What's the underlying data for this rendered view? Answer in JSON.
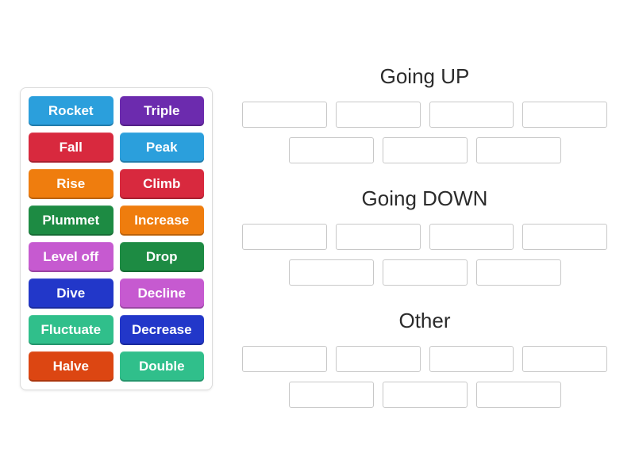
{
  "groups": [
    {
      "title": "Going UP",
      "slot_rows": [
        4,
        3
      ]
    },
    {
      "title": "Going DOWN",
      "slot_rows": [
        4,
        3
      ]
    },
    {
      "title": "Other",
      "slot_rows": [
        4,
        3
      ]
    }
  ],
  "word_bank": {
    "items": [
      {
        "label": "Rocket",
        "color": "#2B9FDC"
      },
      {
        "label": "Triple",
        "color": "#6C2BAE"
      },
      {
        "label": "Fall",
        "color": "#D8293E"
      },
      {
        "label": "Peak",
        "color": "#2B9FDC"
      },
      {
        "label": "Rise",
        "color": "#EF7D0E"
      },
      {
        "label": "Climb",
        "color": "#D8293E"
      },
      {
        "label": "Plummet",
        "color": "#1D8B43"
      },
      {
        "label": "Increase",
        "color": "#EF7D0E"
      },
      {
        "label": "Level off",
        "color": "#C65AD0"
      },
      {
        "label": "Drop",
        "color": "#1D8B43"
      },
      {
        "label": "Dive",
        "color": "#2237C9"
      },
      {
        "label": "Decline",
        "color": "#C65AD0"
      },
      {
        "label": "Fluctuate",
        "color": "#30BF8B"
      },
      {
        "label": "Decrease",
        "color": "#2237C9"
      },
      {
        "label": "Halve",
        "color": "#DC4612"
      },
      {
        "label": "Double",
        "color": "#30BF8B"
      }
    ]
  },
  "colors": {
    "page_background": "#FFFFFF",
    "title_text": "#2B2B2B",
    "tile_text": "#FFFFFF",
    "slot_border": "#C8C8C8",
    "bank_border": "#DCDCDC"
  }
}
